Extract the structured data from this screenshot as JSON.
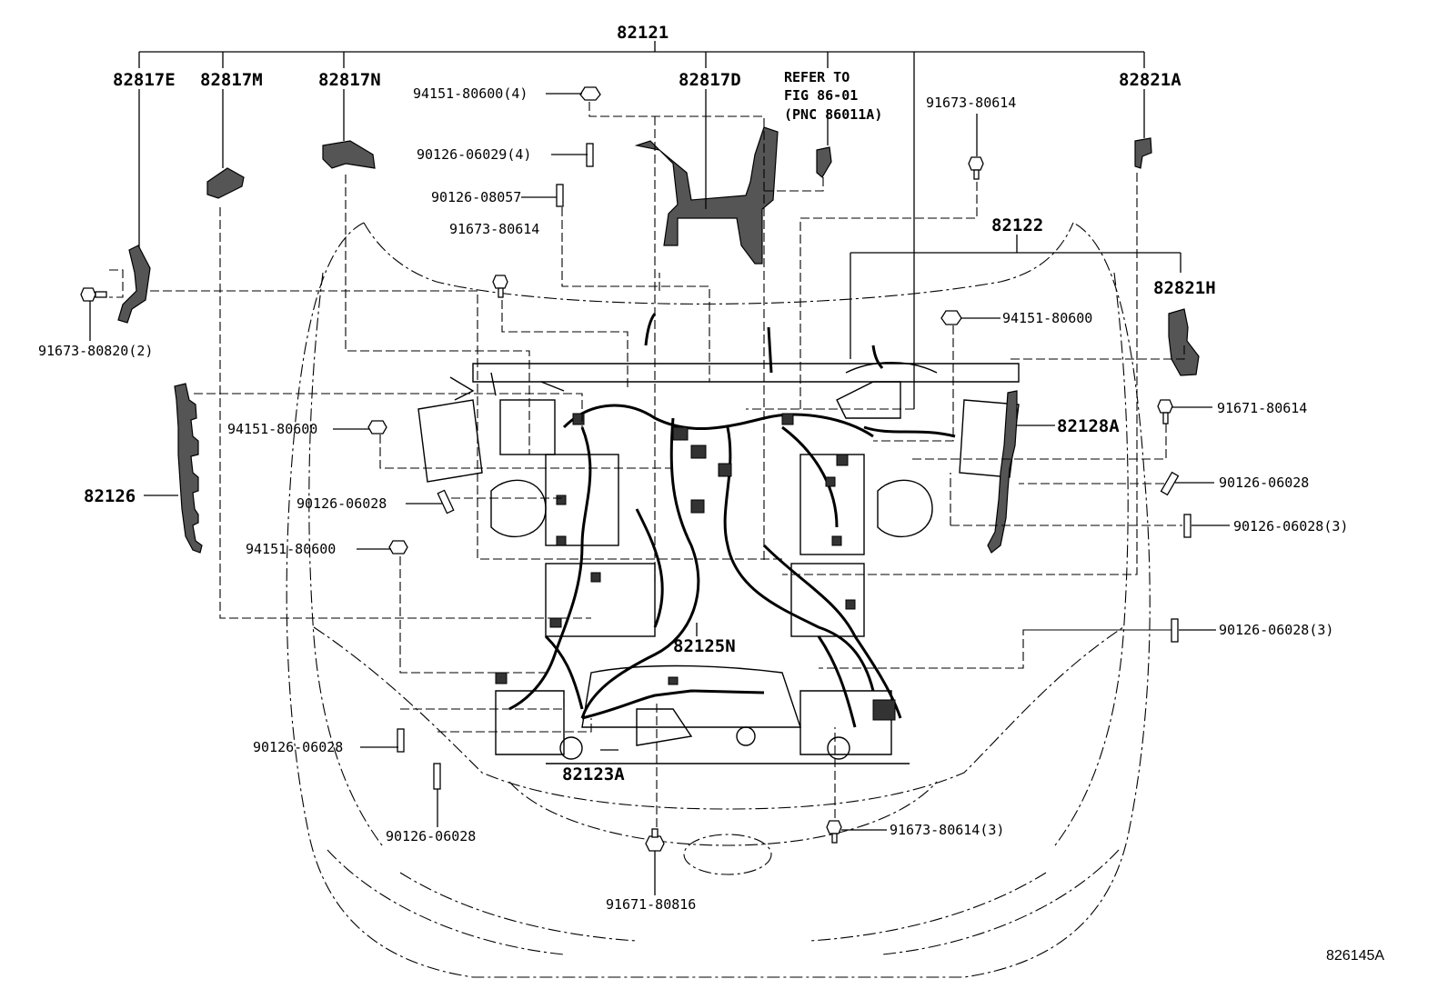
{
  "labels": {
    "main_harness": "82121",
    "p_82817E": "82817E",
    "p_82817M": "82817M",
    "p_82817N": "82817N",
    "p_82817D": "82817D",
    "p_82821A": "82821A",
    "p_82821H": "82821H",
    "p_82122": "82122",
    "p_82128A": "82128A",
    "p_82126": "82126",
    "p_82125N": "82125N",
    "p_82123A": "82123A",
    "refer_line1": "REFER TO",
    "refer_line2": "FIG 86-01",
    "refer_line3": "(PNC 86011A)",
    "f_94151_80600_4": "94151-80600(4)",
    "f_90126_06029_4": "90126-06029(4)",
    "f_90126_08057": "90126-08057",
    "f_91673_80614_a": "91673-80614",
    "f_91673_80614_b": "91673-80614",
    "f_91673_80820_2": "91673-80820(2)",
    "f_94151_80600_a": "94151-80600",
    "f_94151_80600_b": "94151-80600",
    "f_94151_80600_c": "94151-80600",
    "f_90126_06028_a": "90126-06028",
    "f_90126_06028_b": "90126-06028",
    "f_90126_06028_c": "90126-06028",
    "f_90126_06028_d": "90126-06028",
    "f_90126_06028_3a": "90126-06028(3)",
    "f_90126_06028_3b": "90126-06028(3)",
    "f_91671_80614": "91671-80614",
    "f_91673_80614_3": "91673-80614(3)",
    "f_91671_80816": "91671-80816",
    "figure_id": "826145A"
  }
}
